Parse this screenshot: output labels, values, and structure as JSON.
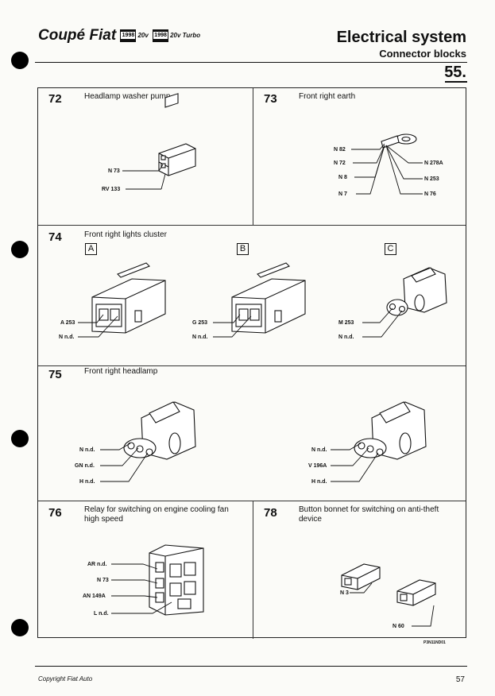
{
  "header": {
    "brand": "Coupé Fiat",
    "badge_year": "1998",
    "variant_1": "20v",
    "variant_2": "20v Turbo",
    "title": "Electrical system",
    "subtitle": "Connector blocks",
    "section": "55."
  },
  "panels": {
    "p72": {
      "num": "72",
      "caption": "Headlamp washer pump",
      "labels": [
        "N 73",
        "RV 133"
      ]
    },
    "p73": {
      "num": "73",
      "caption": "Front right earth",
      "labels": [
        "N 82",
        "N 72",
        "N 8",
        "N 7",
        "N 278A",
        "N 253",
        "N 76"
      ]
    },
    "p74": {
      "num": "74",
      "caption": "Front right lights cluster",
      "boxes": [
        "A",
        "B",
        "C"
      ],
      "a_labels": [
        "A 253",
        "N n.d."
      ],
      "b_labels": [
        "G 253",
        "N n.d."
      ],
      "c_labels": [
        "M 253",
        "N n.d."
      ]
    },
    "p75": {
      "num": "75",
      "caption": "Front right headlamp",
      "left_labels": [
        "N n.d.",
        "GN n.d.",
        "H n.d."
      ],
      "right_labels": [
        "N n.d.",
        "V 196A",
        "H n.d."
      ]
    },
    "p76": {
      "num": "76",
      "caption_1": "Relay for switching on engine cooling fan",
      "caption_2": "high speed",
      "labels": [
        "AR n.d.",
        "N 73",
        "AN 149A",
        "L n.d."
      ]
    },
    "p78": {
      "num": "78",
      "caption_1": "Button bonnet for switching on anti-theft",
      "caption_2": "device",
      "labels": [
        "N 3",
        "N 60"
      ]
    }
  },
  "footer": {
    "code": "P3N11ND01",
    "copyright": "Copyright Fiat Auto",
    "page": "57"
  }
}
